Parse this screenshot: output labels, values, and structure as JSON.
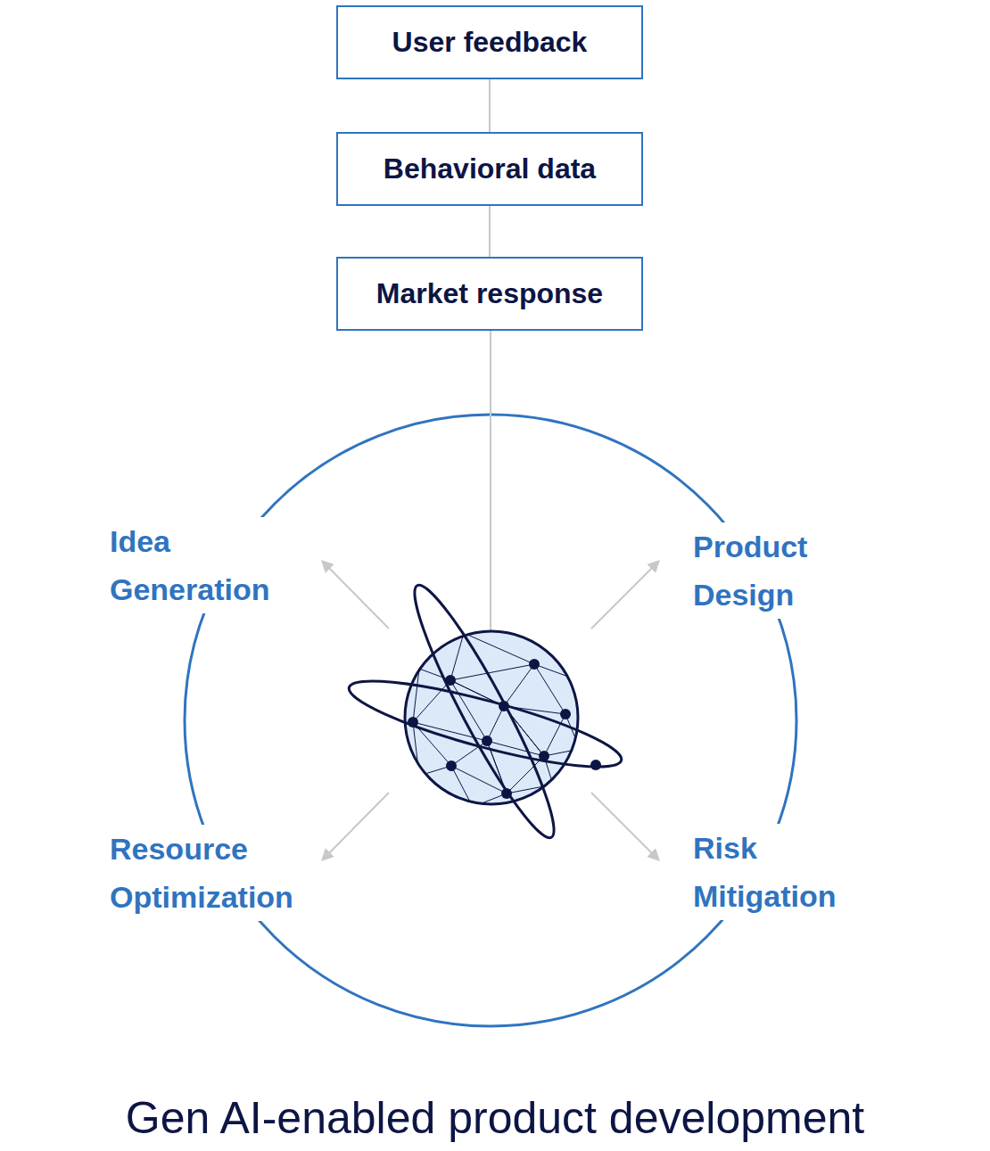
{
  "diagram": {
    "caption": "Gen AI-enabled product development",
    "nodes": [
      {
        "text": [
          "User feedback"
        ]
      },
      {
        "text": [
          "Behavioral data"
        ]
      },
      {
        "text": [
          "Market response"
        ]
      }
    ],
    "edges": [
      {
        "from": 0,
        "to": 1,
        "arrow": "none"
      },
      {
        "from": 1,
        "to": 2,
        "arrow": "none"
      }
    ],
    "labels": [
      "Idea Generation",
      "Product Design",
      "Resource Optimization",
      "Risk Mitigation"
    ]
  }
}
